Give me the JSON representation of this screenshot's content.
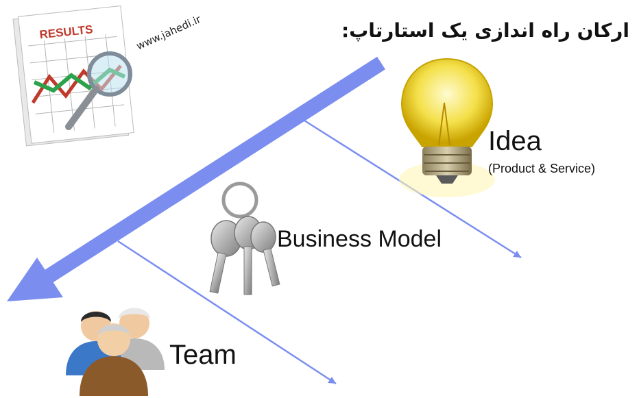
{
  "title": "ارکان راه اندازی یک استارتاپ:",
  "watermark": "www.jahedi.ir",
  "results_label": "RESULTS",
  "nodes": {
    "idea": {
      "label": "Idea",
      "sublabel": "(Product & Service)",
      "icon": "lightbulb-icon"
    },
    "business_model": {
      "label": "Business Model",
      "icon": "keys-icon"
    },
    "team": {
      "label": "Team",
      "icon": "people-icon"
    }
  },
  "colors": {
    "arrow": "#7b8ef0",
    "branch": "#7b8ef0",
    "bulb": "#f4e04a",
    "results_red": "#c0392b"
  }
}
